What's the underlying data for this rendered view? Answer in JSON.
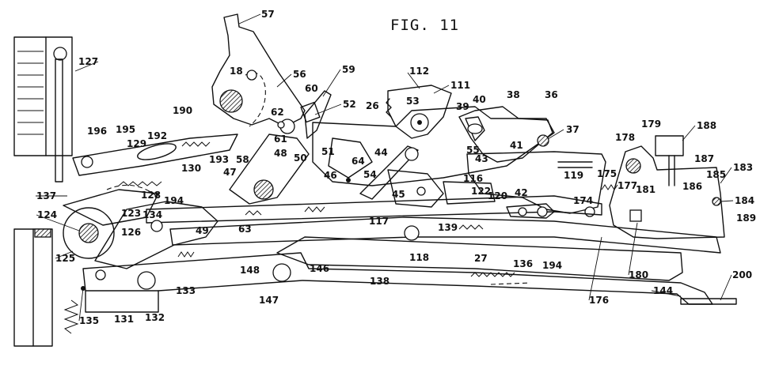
{
  "figure_title": "FIG. 11",
  "reference_numerals": [
    "57",
    "18",
    "56",
    "62",
    "60",
    "61",
    "59",
    "52",
    "26",
    "112",
    "111",
    "53",
    "39",
    "40",
    "38",
    "36",
    "37",
    "127",
    "196",
    "195",
    "129",
    "190",
    "192",
    "193",
    "48",
    "50",
    "47",
    "58",
    "51",
    "64",
    "44",
    "54",
    "46",
    "55",
    "43",
    "41",
    "116",
    "122",
    "120",
    "42",
    "119",
    "175",
    "174",
    "177",
    "178",
    "179",
    "181",
    "188",
    "187",
    "185",
    "186",
    "183",
    "184",
    "189",
    "130",
    "137",
    "128",
    "194",
    "123",
    "124",
    "134",
    "126",
    "125",
    "49",
    "63",
    "45",
    "117",
    "139",
    "118",
    "27",
    "136",
    "148",
    "147",
    "146",
    "138",
    "133",
    "135",
    "131",
    "132",
    "180",
    "176",
    "144",
    "200"
  ]
}
